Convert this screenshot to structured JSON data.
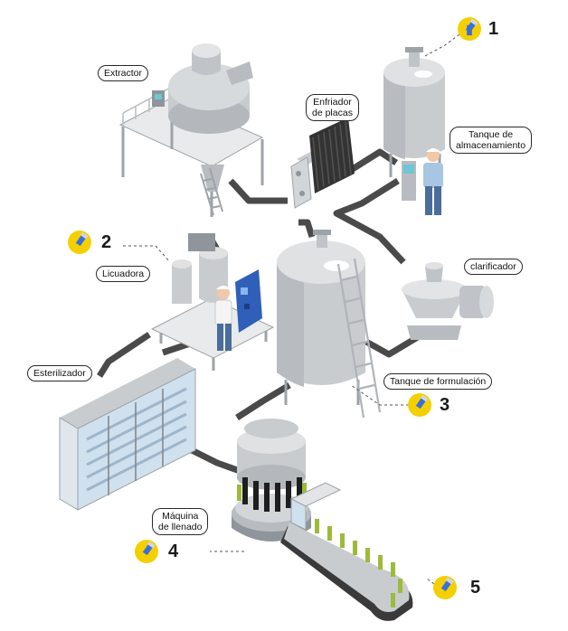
{
  "equipment": {
    "extractor": "Extractor",
    "plate_cooler": [
      "Enfriador",
      "de placas"
    ],
    "storage_tank": [
      "Tanque de",
      "almacenamiento"
    ],
    "blender": "Licuadora",
    "clarifier": "clarificador",
    "sterilizer": "Esterilizador",
    "formulation_tank": "Tanque de formulación",
    "filling_machine": [
      "Máquina",
      "de llenado"
    ]
  },
  "sensor_points": [
    {
      "number": "1"
    },
    {
      "number": "2"
    },
    {
      "number": "3"
    },
    {
      "number": "4"
    },
    {
      "number": "5"
    }
  ],
  "colors": {
    "pipe": "#4a4a4a",
    "steel": "#c9cccf",
    "steel_dark": "#9ea3a7",
    "sensor_badge": "#f5d000",
    "sensor_probe": "#3b6fd8",
    "control_panel": "#2f5fb8",
    "bottle": "#9dbb3a",
    "glass": "#cfe0ee"
  },
  "icons": [
    "level-sensor-icon"
  ]
}
